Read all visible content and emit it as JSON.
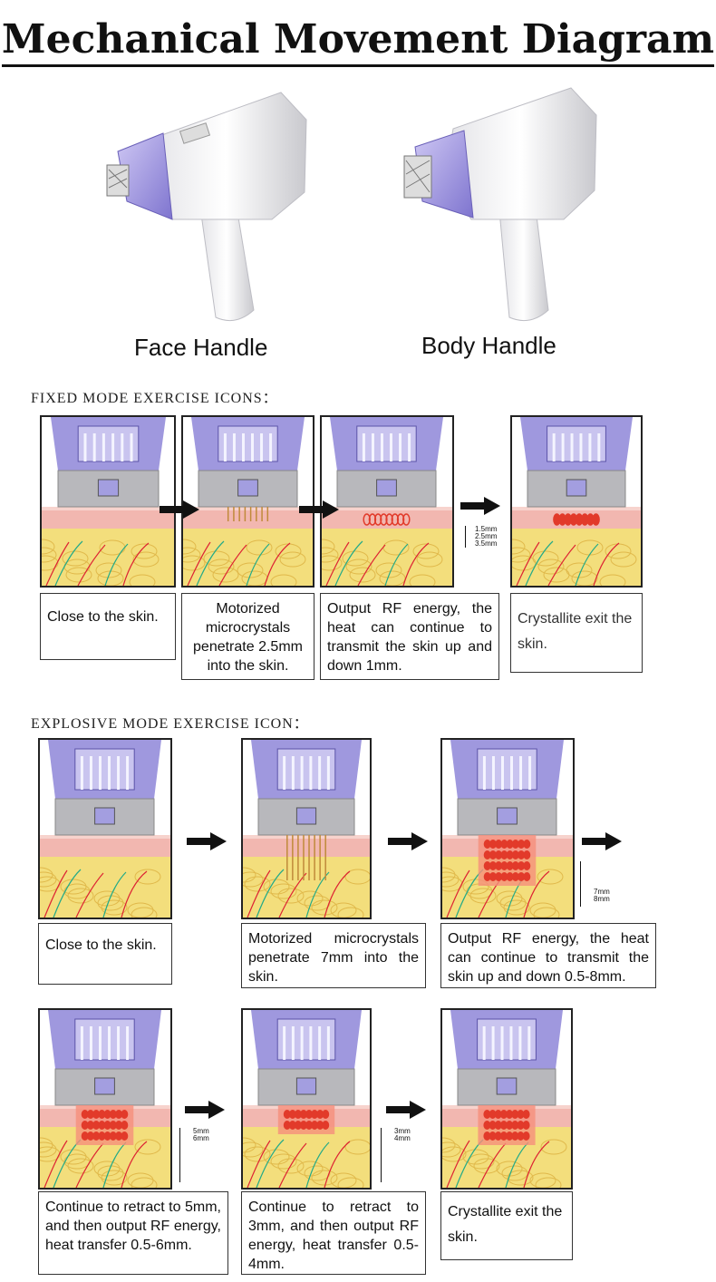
{
  "title": "Mechanical Movement Diagram",
  "handles": {
    "face_label": "Face Handle",
    "body_label": "Body Handle"
  },
  "fixed_mode": {
    "section_title": "FIXED MODE EXERCISE ICONS：",
    "steps": [
      {
        "caption": "Close to the skin."
      },
      {
        "caption": "Motorized microcrystals penetrate 2.5mm into the skin."
      },
      {
        "caption": "Output RF energy, the heat can continue to transmit the skin up and down 1mm."
      },
      {
        "caption": "Crystallite exit the skin."
      }
    ],
    "depth_labels": [
      "1.5mm",
      "2.5mm",
      "3.5mm"
    ]
  },
  "explosive_mode": {
    "section_title": "EXPLOSIVE MODE EXERCISE ICON：",
    "steps": [
      {
        "caption": "Close to the skin."
      },
      {
        "caption": "Motorized microcrystals penetrate 7mm into the skin."
      },
      {
        "caption": "Output RF energy, the heat can continue to transmit the skin up and down 0.5-8mm."
      },
      {
        "caption": "Continue to retract to 5mm, and then output RF energy, heat transfer 0.5-6mm."
      },
      {
        "caption": "Continue to retract to 3mm, and then output RF energy, heat transfer 0.5-4mm."
      },
      {
        "caption": "Crystallite exit the skin."
      }
    ],
    "depth_labels_step3": [
      "7mm",
      "8mm"
    ],
    "depth_labels_step4": [
      "5mm",
      "6mm"
    ],
    "depth_labels_step5": [
      "3mm",
      "4mm"
    ]
  },
  "colors": {
    "device_purple": "#8e86d8",
    "device_gray": "#b8b8bc",
    "skin_pink": "#f2b7b0",
    "fat_yellow": "#f3de7c",
    "rf_red": "#e23a2a"
  }
}
